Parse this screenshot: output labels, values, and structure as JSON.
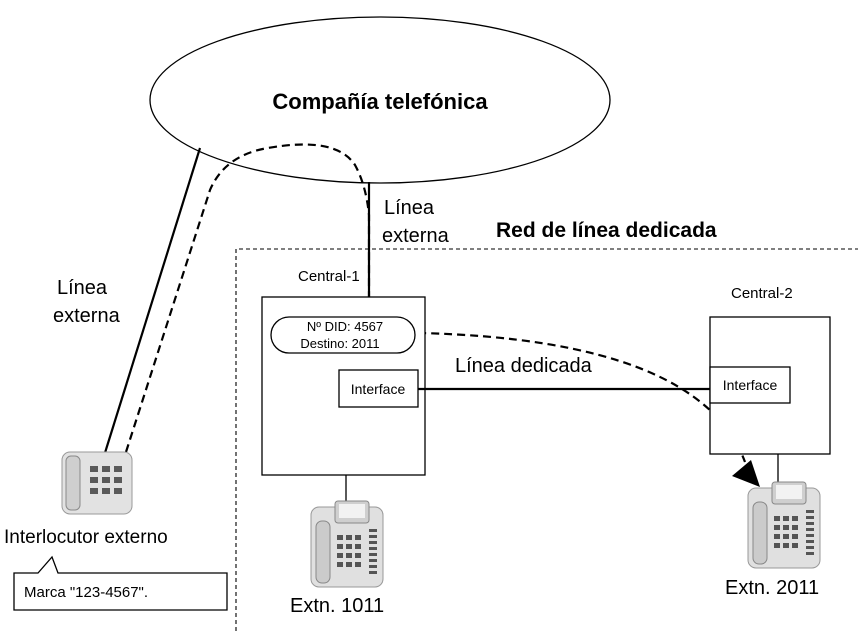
{
  "cloud": {
    "label": "Compañía telefónica"
  },
  "external_line_left": {
    "line1": "Línea",
    "line2": "externa"
  },
  "external_line_top": {
    "line1": "Línea",
    "line2": "externa"
  },
  "network": {
    "label": "Red de línea dedicada"
  },
  "pbx1": {
    "label": "Central-1",
    "did_number": "Nº DID: 4567",
    "destination": "Destino: 2011",
    "interface": "Interface"
  },
  "pbx2": {
    "label": "Central-2",
    "interface": "Interface"
  },
  "dedicated_line": {
    "label": "Línea dedicada"
  },
  "external_party": {
    "label": "Interlocutor externo",
    "callout": "Marca \"123-4567\"."
  },
  "extension_1011": {
    "label": "Extn. 1011"
  },
  "extension_2011": {
    "label": "Extn. 2011"
  }
}
